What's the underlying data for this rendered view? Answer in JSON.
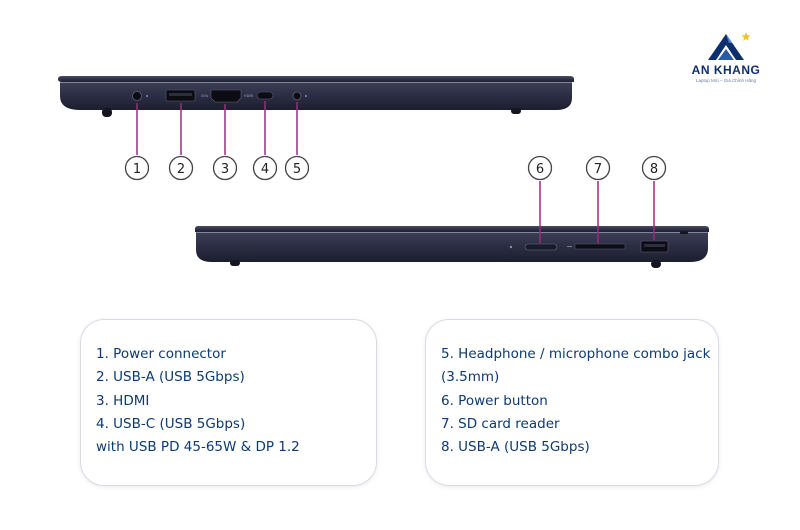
{
  "logo": {
    "brand": "AN KHANG",
    "tagline": "Laptop Mới – Giá Chính Hãng",
    "colors": {
      "navy": "#0e2f6e",
      "star": "#f1c232"
    }
  },
  "callouts": {
    "left_side": [
      "1",
      "2",
      "3",
      "4",
      "5"
    ],
    "right_side": [
      "6",
      "7",
      "8"
    ],
    "circle_border": "#444444",
    "line_color": "#9b2c7c"
  },
  "port_marks": {
    "usb_a": "SS⇆",
    "hdmi": "HDMI"
  },
  "legend": {
    "left": [
      "1. Power connector",
      "2. USB-A (USB 5Gbps)",
      "3. HDMI",
      "4. USB-C (USB 5Gbps)",
      "with USB PD 45-65W & DP 1.2"
    ],
    "right": [
      "5. Headphone / microphone combo jack",
      "(3.5mm)",
      "6. Power button",
      "7. SD card reader",
      "8. USB-A (USB 5Gbps)"
    ],
    "text_color": "#0d3a72"
  },
  "laptop": {
    "body_color": "#2d3046",
    "port_color": "#0c0c12"
  }
}
